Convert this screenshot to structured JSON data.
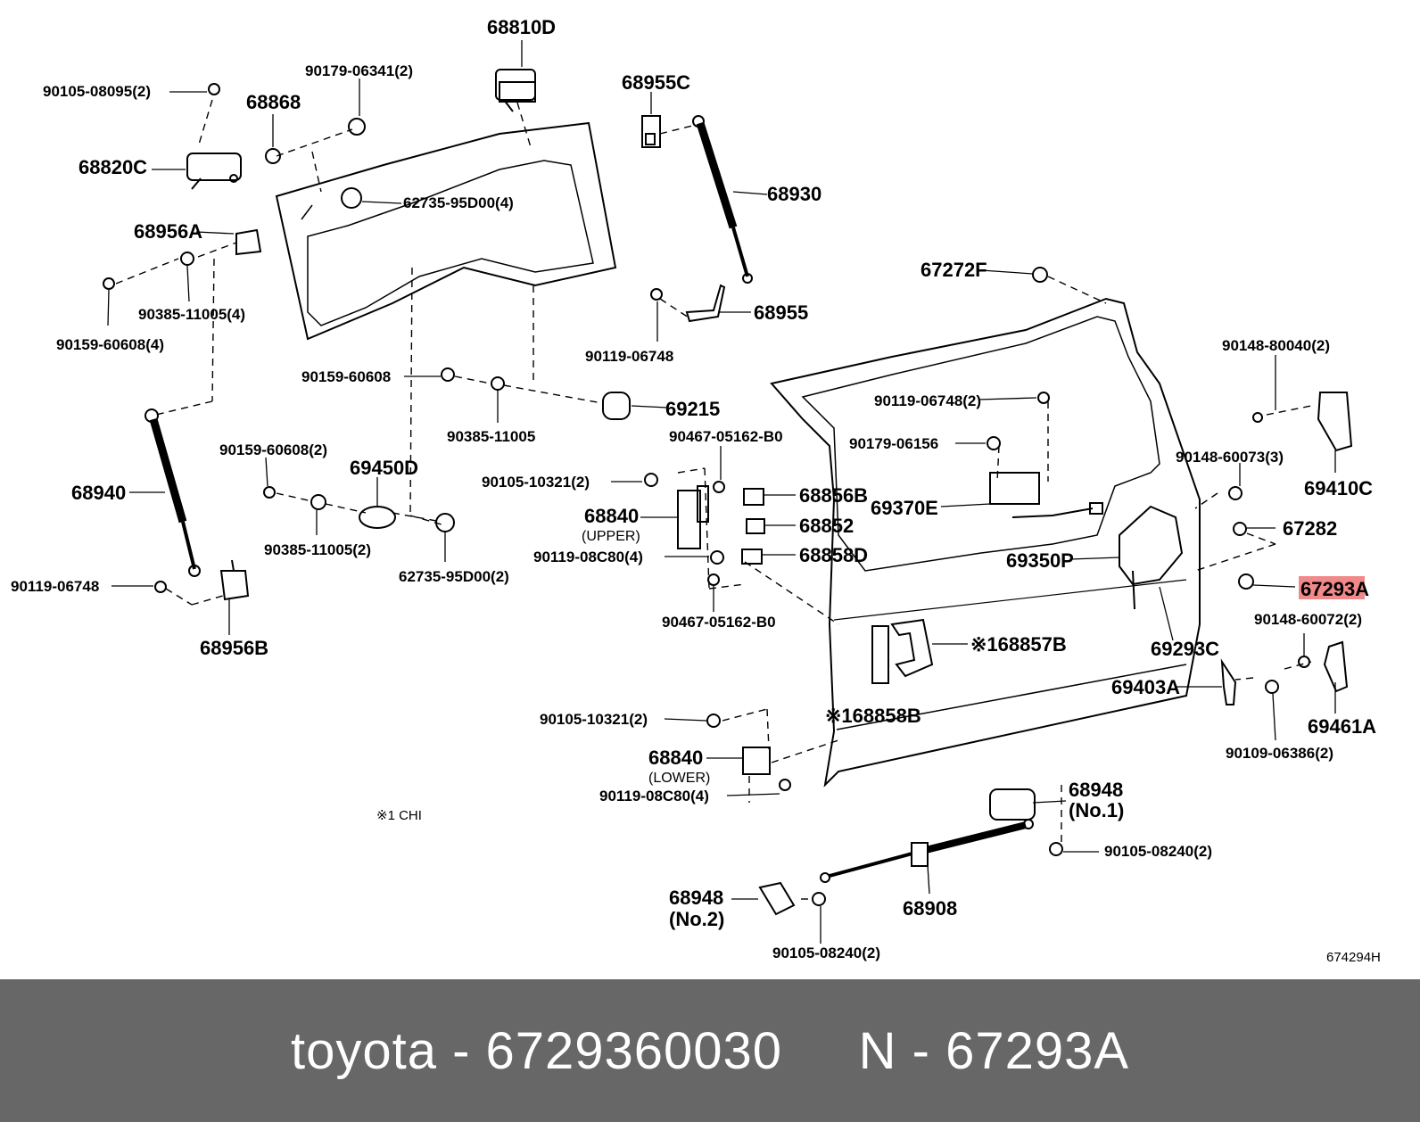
{
  "diagram": {
    "labels": {
      "p68810D": "68810D",
      "p90105_08095": "90105-08095(2)",
      "p90179_06341": "90179-06341(2)",
      "p68868": "68868",
      "p68955C": "68955C",
      "p68820C": "68820C",
      "p62735_95D00_4": "62735-95D00(4)",
      "p68930": "68930",
      "p68956A": "68956A",
      "p90385_11005_4": "90385-11005(4)",
      "p90159_60608_4": "90159-60608(4)",
      "p67272F": "67272F",
      "p68955": "68955",
      "p90119_06748_a": "90119-06748",
      "p90148_80040": "90148-80040(2)",
      "p90159_60608": "90159-60608",
      "p69215": "69215",
      "p90119_06748_2": "90119-06748(2)",
      "p90385_11005": "90385-11005",
      "p90467_05162_B0_a": "90467-05162-B0",
      "p90179_06156": "90179-06156",
      "p90159_60608_2": "90159-60608(2)",
      "p90148_60073": "90148-60073(3)",
      "p69450D": "69450D",
      "p90105_10321_a": "90105-10321(2)",
      "p68856B": "68856B",
      "p69410C": "69410C",
      "p68940": "68940",
      "p69370E": "69370E",
      "p68840_upper": "68840",
      "upper": "(UPPER)",
      "p68852": "68852",
      "p67282": "67282",
      "p90385_11005_2": "90385-11005(2)",
      "p90119_08C80_a": "90119-08C80(4)",
      "p68858D": "68858D",
      "p69350P": "69350P",
      "p62735_95D00_2": "62735-95D00(2)",
      "p67293A": "67293A",
      "p90119_06748_b": "90119-06748",
      "p90467_05162_B0_b": "90467-05162-B0",
      "p90148_60072": "90148-60072(2)",
      "p68857B": "※168857B",
      "p68956B": "68956B",
      "p69293C": "69293C",
      "p69403A": "69403A",
      "p90105_10321_b": "90105-10321(2)",
      "p68858B": "※168858B",
      "p69461A": "69461A",
      "p90109_06386": "90109-06386(2)",
      "p68840_lower": "68840",
      "lower": "(LOWER)",
      "p90119_08C80_b": "90119-08C80(4)",
      "p68948_no1": "68948",
      "no1": "(No.1)",
      "note": "※1 CHI",
      "p90105_08240_a": "90105-08240(2)",
      "p68948_no2": "68948",
      "no2": "(No.2)",
      "p68908": "68908",
      "p90105_08240_b": "90105-08240(2)",
      "ref": "674294H"
    },
    "highlight_color": "#f08a8a"
  },
  "footer": {
    "text": "toyota - 6729360030     N - 67293A",
    "background": "#676767",
    "color": "#ffffff"
  }
}
